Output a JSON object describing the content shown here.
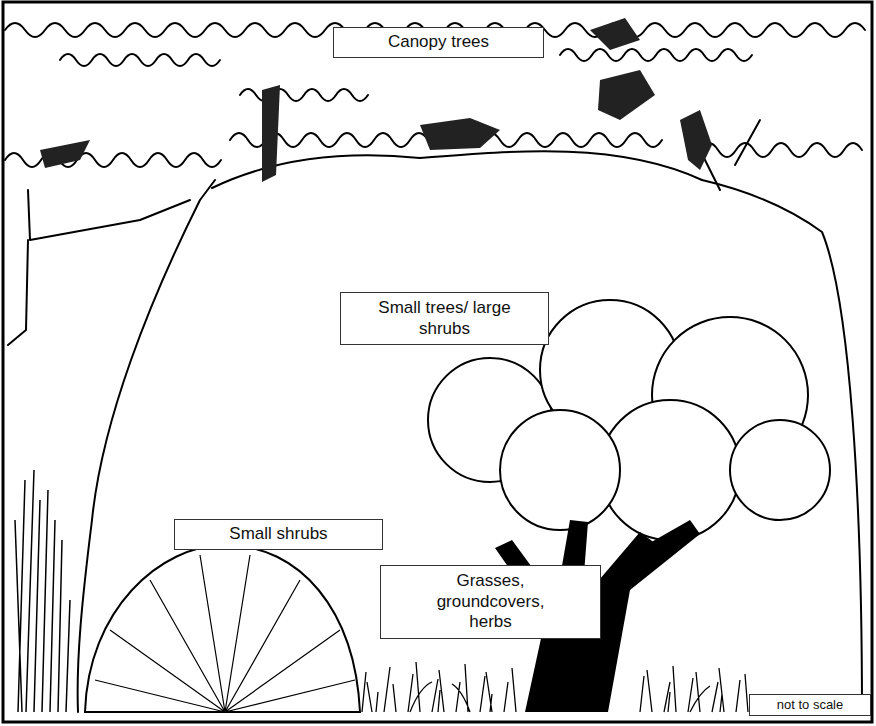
{
  "diagram": {
    "nodes": [
      {
        "text": [
          "Canopy trees"
        ]
      },
      {
        "text": [
          "Small trees/ large shrubs"
        ]
      },
      {
        "text": [
          "Small shrubs"
        ]
      },
      {
        "text": [
          "Grasses, groundcovers, herbs"
        ]
      },
      {
        "text": [
          "not to scale"
        ]
      }
    ]
  }
}
